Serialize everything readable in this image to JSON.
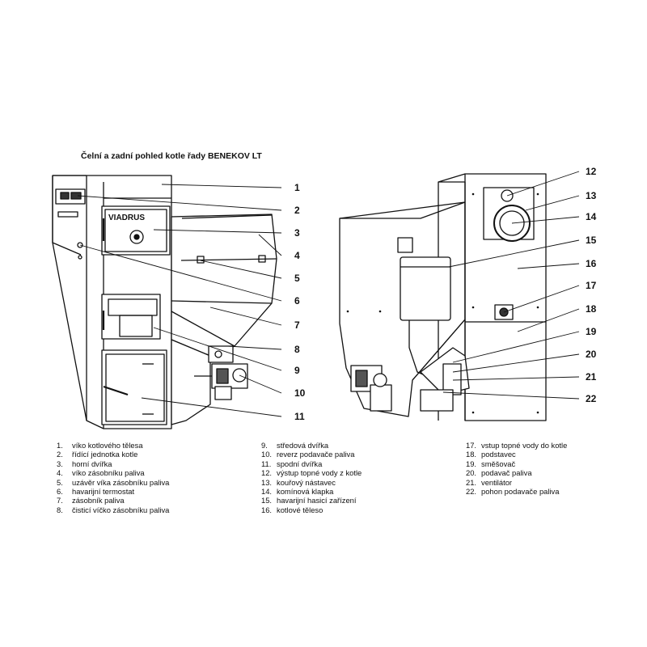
{
  "title": "Čelní a zadní pohled kotle řady BENEKOV LT",
  "logo_text": "VIADRUS",
  "callouts_front": [
    "1",
    "2",
    "3",
    "4",
    "5",
    "6",
    "7",
    "8",
    "9",
    "10",
    "11"
  ],
  "callouts_rear": [
    "12",
    "13",
    "14",
    "15",
    "16",
    "17",
    "18",
    "19",
    "20",
    "21",
    "22"
  ],
  "legend": [
    [
      {
        "num": "1.",
        "label": "víko kotlového tělesa"
      },
      {
        "num": "2.",
        "label": "řídící jednotka kotle"
      },
      {
        "num": "3.",
        "label": "horní dvířka"
      },
      {
        "num": "4.",
        "label": "víko zásobníku paliva"
      },
      {
        "num": "5.",
        "label": "uzávěr víka zásobníku paliva"
      },
      {
        "num": "6.",
        "label": "havarijní termostat"
      },
      {
        "num": "7.",
        "label": "zásobník paliva"
      },
      {
        "num": "8.",
        "label": "čisticí víčko zásobníku paliva"
      }
    ],
    [
      {
        "num": "9.",
        "label": "středová dvířka"
      },
      {
        "num": "10.",
        "label": "reverz podavače paliva"
      },
      {
        "num": "11.",
        "label": "spodní dvířka"
      },
      {
        "num": "12.",
        "label": "výstup topné vody z kotle"
      },
      {
        "num": "13.",
        "label": "kouřový nástavec"
      },
      {
        "num": "14.",
        "label": "komínová klapka"
      },
      {
        "num": "15.",
        "label": "havarijní hasicí zařízení"
      },
      {
        "num": "16.",
        "label": "kotlové těleso"
      }
    ],
    [
      {
        "num": "17.",
        "label": "vstup topné vody do kotle"
      },
      {
        "num": "18.",
        "label": "podstavec"
      },
      {
        "num": "19.",
        "label": "směšovač"
      },
      {
        "num": "20.",
        "label": "podavač paliva"
      },
      {
        "num": "21.",
        "label": "ventilátor"
      },
      {
        "num": "22.",
        "label": "pohon podavače paliva"
      }
    ]
  ]
}
